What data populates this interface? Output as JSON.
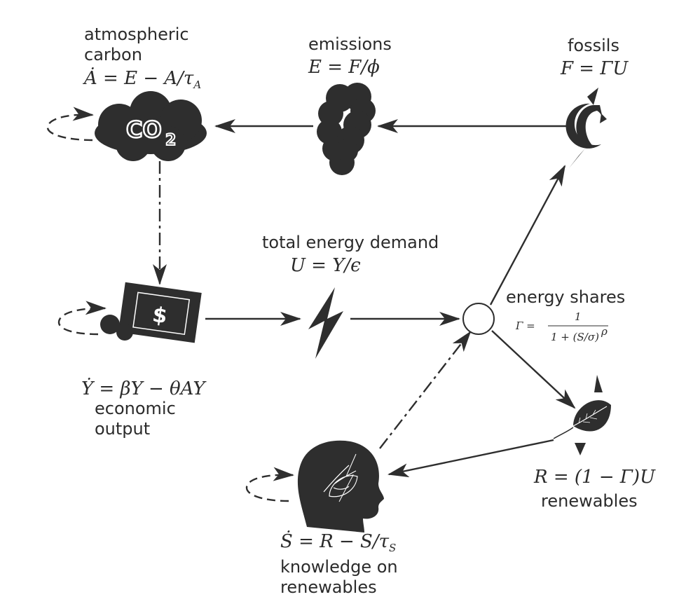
{
  "nodes": {
    "atmospheric_carbon": {
      "label_line1": "atmospheric",
      "label_line2": "carbon",
      "equation": "Ȧ = E − A/τ",
      "equation_sub": "A",
      "icon": "co2-cloud-icon",
      "icon_text": "CO",
      "icon_sub": "2"
    },
    "emissions": {
      "label": "emissions",
      "equation": "E = F/ϕ",
      "icon": "smoke-cloud-icon"
    },
    "fossils": {
      "label": "fossils",
      "equation": "F = ΓU",
      "icon": "coal-crescent-icon"
    },
    "economic_output": {
      "equation": "Ẏ = βY − θAY",
      "label_line1": "economic",
      "label_line2": "output",
      "icon": "money-icon",
      "icon_text": "$"
    },
    "total_energy_demand": {
      "label": "total energy demand",
      "equation": "U = Y/ϵ",
      "icon": "lightning-icon"
    },
    "energy_shares": {
      "label": "energy shares",
      "equation_lhs": "Γ =",
      "equation_num": "1",
      "equation_den": "1 + (S/σ)",
      "equation_exp": "ρ",
      "icon": "circle-node-icon"
    },
    "renewables": {
      "equation": "R = (1 − Γ)U",
      "label": "renewables",
      "icon": "leaf-icon"
    },
    "knowledge": {
      "equation": "Ṡ = R − S/τ",
      "equation_sub": "S",
      "label_line1": "knowledge on",
      "label_line2": "renewables",
      "icon": "head-profile-icon"
    }
  }
}
